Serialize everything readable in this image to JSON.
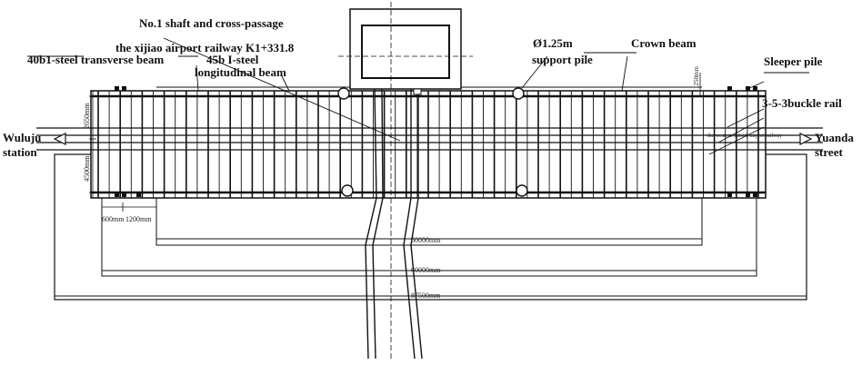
{
  "labels": {
    "shaft_line1": "No.1 shaft and cross-passage",
    "shaft_line2": "the xijiao airport railway K1+331.8",
    "transverse_beam": "40b1-steel transverse beam",
    "longitudinal_line1": "45b I-steel",
    "longitudinal_line2": "longitudinal beam",
    "support_pile_line1": "Ø1.25m",
    "support_pile_line2": "support pile",
    "crown_beam": "Crown beam",
    "sleeper_pile": "Sleeper pile",
    "buckle_rail": "3-5-3buckle rail",
    "left_station_line1": "Wuluju",
    "left_station_line2": "station",
    "right_station_line1": "Yuanda",
    "right_station_line2": "street",
    "railway_note": "the western suburb airport railway"
  },
  "dimensions": {
    "d1": "50000mm",
    "d2": "60000mm",
    "d3": "87500mm",
    "spacing_a": "600mm",
    "spacing_b": "1200mm",
    "side_upper": "2650mm",
    "side_lower": "4500mm",
    "right_small": "1250mm"
  },
  "colors": {
    "line": "#111111",
    "background": "#ffffff"
  }
}
